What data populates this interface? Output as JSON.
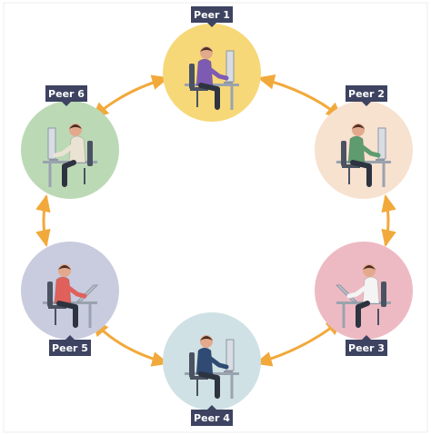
{
  "diagram": {
    "type": "peer-to-peer-network",
    "connection_color": "#F2A93B",
    "label_background": "#3D4360",
    "peers": [
      {
        "id": "peer-1",
        "label": "Peer 1",
        "circle_color": "#F7D878",
        "activity": "woman at desktop computer",
        "shirt_color": "#7E5BB3"
      },
      {
        "id": "peer-2",
        "label": "Peer 2",
        "circle_color": "#F7E1CF",
        "activity": "man at desktop computer",
        "shirt_color": "#5E9B6E"
      },
      {
        "id": "peer-3",
        "label": "Peer 3",
        "circle_color": "#EDBAC3",
        "activity": "woman at laptop",
        "shirt_color": "#F4F4F4"
      },
      {
        "id": "peer-4",
        "label": "Peer 4",
        "circle_color": "#CFE1E4",
        "activity": "older man at desktop computer",
        "shirt_color": "#2F4A73"
      },
      {
        "id": "peer-5",
        "label": "Peer 5",
        "circle_color": "#C9CBDE",
        "activity": "woman at laptop",
        "shirt_color": "#E0615B"
      },
      {
        "id": "peer-6",
        "label": "Peer 6",
        "circle_color": "#BCD9B6",
        "activity": "man at desktop computer",
        "shirt_color": "#EAE3D3"
      }
    ],
    "connections": [
      [
        "peer-1",
        "peer-2"
      ],
      [
        "peer-2",
        "peer-3"
      ],
      [
        "peer-3",
        "peer-4"
      ],
      [
        "peer-4",
        "peer-5"
      ],
      [
        "peer-5",
        "peer-6"
      ],
      [
        "peer-6",
        "peer-1"
      ]
    ]
  }
}
